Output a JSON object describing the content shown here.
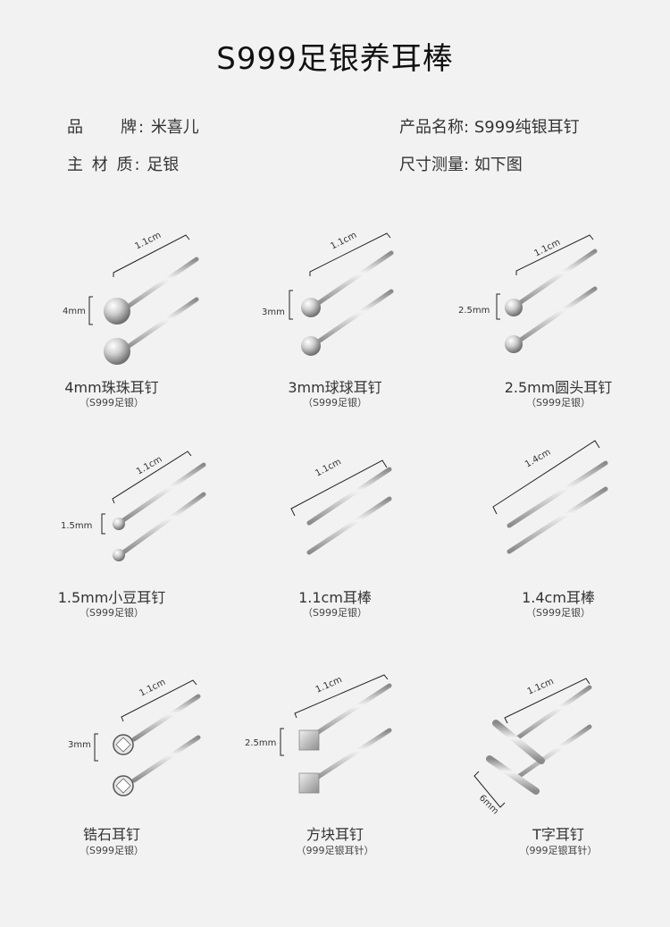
{
  "title": "S999足银养耳棒",
  "specs": {
    "brand_key": "品　　牌:",
    "brand_val": "米喜儿",
    "material_key": "主 材 质:",
    "material_val": "足银",
    "product_key": "产品名称:",
    "product_val": "S999纯银耳钉",
    "size_key": "尺寸测量:",
    "size_val": "如下图"
  },
  "items": [
    {
      "name": "4mm珠珠耳钉",
      "sub": "（S999足银）",
      "len": "1.1cm",
      "size": "4mm"
    },
    {
      "name": "3mm球球耳钉",
      "sub": "（S999足银）",
      "len": "1.1cm",
      "size": "3mm"
    },
    {
      "name": "2.5mm圆头耳钉",
      "sub": "（S999足银）",
      "len": "1.1cm",
      "size": "2.5mm"
    },
    {
      "name": "1.5mm小豆耳钉",
      "sub": "（S999足银）",
      "len": "1.1cm",
      "size": "1.5mm"
    },
    {
      "name": "1.1cm耳棒",
      "sub": "（S999足银）",
      "len": "1.1cm"
    },
    {
      "name": "1.4cm耳棒",
      "sub": "（S999足银）",
      "len": "1.4cm"
    },
    {
      "name": "锆石耳钉",
      "sub": "（S999足银）",
      "len": "1.1cm",
      "size": "3mm"
    },
    {
      "name": "方块耳钉",
      "sub": "（999足银耳针）",
      "len": "1.1cm",
      "size": "2.5mm"
    },
    {
      "name": "T字耳钉",
      "sub": "（999足银耳针）",
      "len": "1.1cm",
      "size": "6mm"
    }
  ],
  "colors": {
    "background": "#f2f2f2",
    "silver": "#c9c9c9",
    "line": "#222222"
  }
}
